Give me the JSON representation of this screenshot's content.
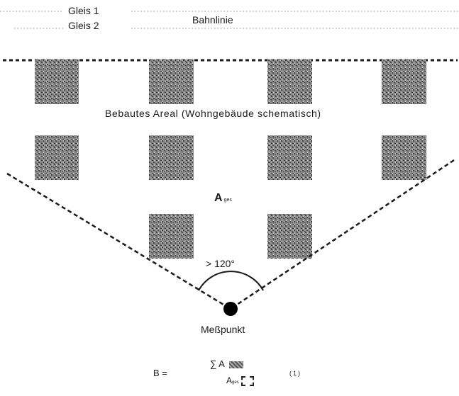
{
  "tracks": {
    "track1": "Gleis 1",
    "track2": "Gleis 2",
    "railway": "Bahnlinie"
  },
  "area": {
    "label": "Bebautes Areal  (Wohngebäude schematisch)"
  },
  "total_area": {
    "symbol": "A",
    "subscript": "ges"
  },
  "angle": {
    "label": "> 120°"
  },
  "measurement_point": {
    "label": "Meßpunkt"
  },
  "formula": {
    "lhs": "B =",
    "numerator": "∑ A",
    "denominator": "A",
    "denominator_sub": "ges",
    "equation_number": "(1)"
  },
  "buildings": {
    "count": 10,
    "fill_color": "#8a8a8a",
    "texture_color": "#3a3a3a"
  },
  "colors": {
    "line": "#1a1a1a"
  }
}
